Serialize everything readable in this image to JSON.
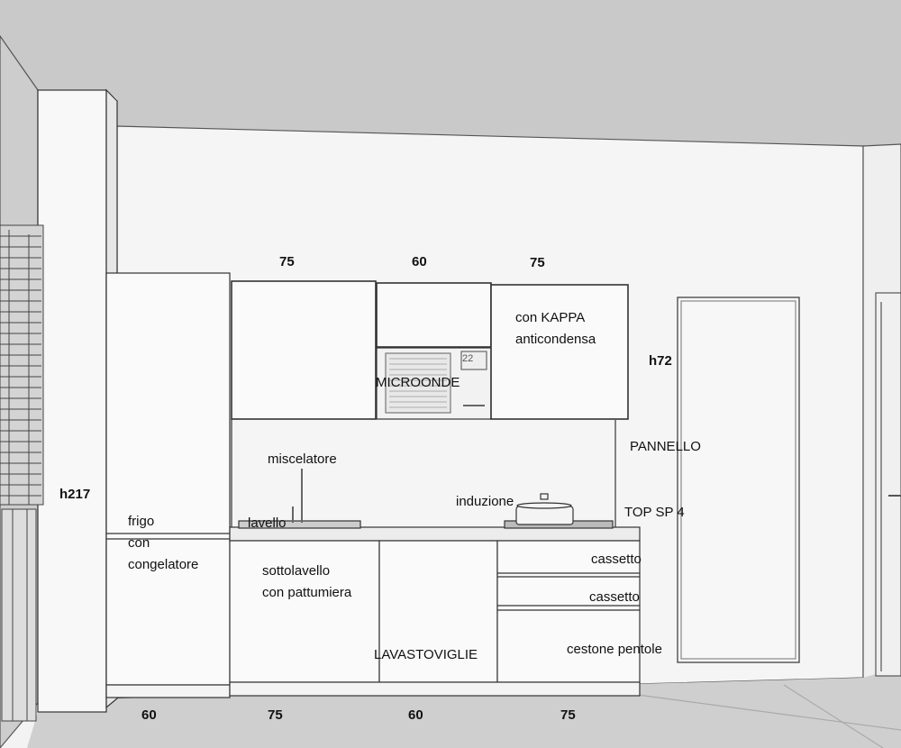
{
  "colors": {
    "ceiling": "#c9c9c9",
    "wall": "#f5f5f5",
    "floor": "#cfcfcf",
    "line": "#333333"
  },
  "dimensions": {
    "top": [
      "75",
      "60",
      "75"
    ],
    "bottom": [
      "60",
      "75",
      "60",
      "75"
    ],
    "column_height": "h217",
    "wall_unit_height": "h72"
  },
  "labels": {
    "fridge": [
      "frigo",
      "con",
      "congelatore"
    ],
    "hood": [
      "con KAPPA",
      "anticondensa"
    ],
    "microwave": "MICROONDE",
    "microwave_display": "22",
    "mixer": "miscelatore",
    "sink": "lavello",
    "induction": "induzione",
    "panel": "PANNELLO",
    "top": "TOP SP 4",
    "under_sink": [
      "sottolavello",
      "con pattumiera"
    ],
    "dishwasher": "LAVASTOVIGLIE",
    "drawer1": "cassetto",
    "drawer2": "cassetto",
    "pot_drawer": "cestone pentole"
  }
}
